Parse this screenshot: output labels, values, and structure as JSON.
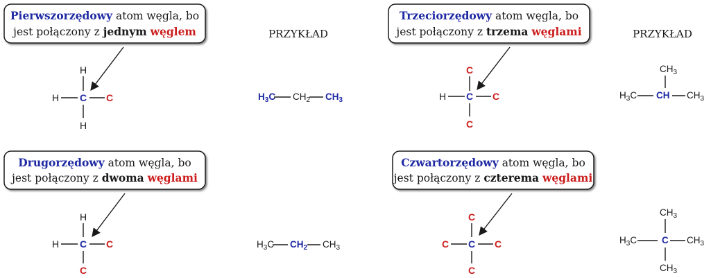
{
  "colors": {
    "blue": "#1f2aa3",
    "red": "#cc1e1e",
    "text": "#1a1a1a"
  },
  "example_label": "PRZYKŁAD",
  "atom_word": "atom węgla, bo",
  "connected_text": "jest połączony z",
  "panels": {
    "primary": {
      "term": "Pierwszorzędowy",
      "count": "jednym",
      "carbon_word": "węglem",
      "example": {
        "left": "H3C",
        "middle": "CH2",
        "right": "CH3"
      }
    },
    "secondary": {
      "term": "Drugorzędowy",
      "count": "dwoma",
      "carbon_word": "węglami",
      "example": {
        "left": "H3C",
        "middle": "CH2",
        "right": "CH3"
      }
    },
    "tertiary": {
      "term": "Trzeciorzędowy",
      "count": "trzema",
      "carbon_word": "węglami",
      "example": {
        "top": "CH3",
        "left": "H3C",
        "middle": "CH",
        "right": "CH3"
      }
    },
    "quaternary": {
      "term": "Czwartorzędowy",
      "count": "czterema",
      "carbon_word": "węglami",
      "example": {
        "top": "CH3",
        "left": "H3C",
        "middle": "C",
        "right": "CH3",
        "bottom": "CH3"
      }
    }
  },
  "atoms": {
    "carbon": "C",
    "hydrogen": "H"
  }
}
